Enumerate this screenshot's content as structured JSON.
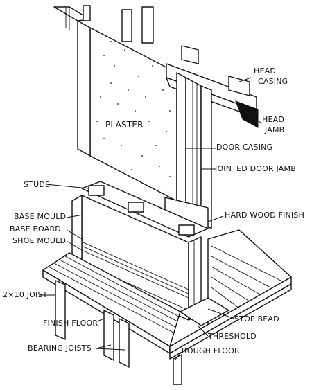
{
  "labels": {
    "head_casing_1": "HEAD",
    "head_casing_2": "CASING",
    "head_jamb_1": "HEAD",
    "head_jamb_2": "JAMB",
    "plaster": "PLASTER",
    "door_casing": "DOOR CASING",
    "jointed_door_jamb": "JOINTED DOOR JAMB",
    "studs": "STUDS",
    "base_mould": "BASE MOULD",
    "hard_wood_finish": "HARD WOOD FINISH",
    "base_board": "BASE BOARD",
    "shoe_mould": "SHOE MOULD",
    "joist_2x10": "2×10 JOIST",
    "finish_floor": "FINISH FLOOR",
    "stop_bead": "STOP BEAD",
    "threshold": "THRESHOLD",
    "bearing_joists": "BEARING JOISTS",
    "rough_floor": "ROUGH FLOOR"
  },
  "colors": {
    "ink": "#111111",
    "paper": "#ffffff"
  }
}
